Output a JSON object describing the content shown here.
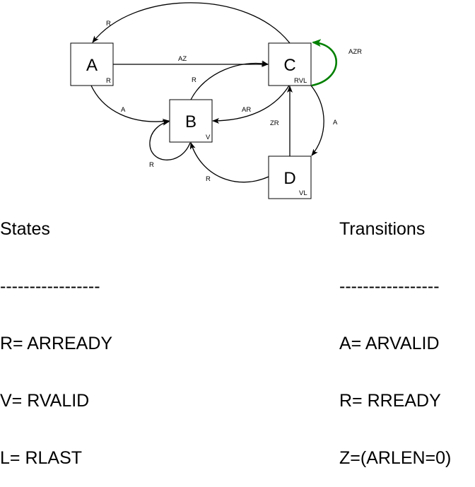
{
  "diagram": {
    "nodes": {
      "A": {
        "label": "A",
        "sublabel": "R"
      },
      "B": {
        "label": "B",
        "sublabel": "V"
      },
      "C": {
        "label": "C",
        "sublabel": "RVL"
      },
      "D": {
        "label": "D",
        "sublabel": "VL"
      }
    },
    "edges": {
      "c_to_a": "R",
      "a_to_c": "AZ",
      "c_self_loop": "AZR",
      "a_to_b": "A",
      "b_to_c": "R",
      "c_to_b": "AR",
      "b_self_loop": "R",
      "d_to_b": "R",
      "d_to_c": "ZR",
      "c_to_d": "A"
    },
    "colors": {
      "self_loop_c": "#008000",
      "stroke": "#000000",
      "background": "#ffffff"
    }
  },
  "legend_states": {
    "title": "States",
    "divider": "-----------------",
    "lines": [
      "R= ARREADY",
      "V= RVALID",
      "L= RLAST"
    ]
  },
  "legend_transitions": {
    "title": "Transitions",
    "divider": "-----------------",
    "lines": [
      "A= ARVALID",
      "R= RREADY",
      "Z=(ARLEN=0)"
    ]
  }
}
